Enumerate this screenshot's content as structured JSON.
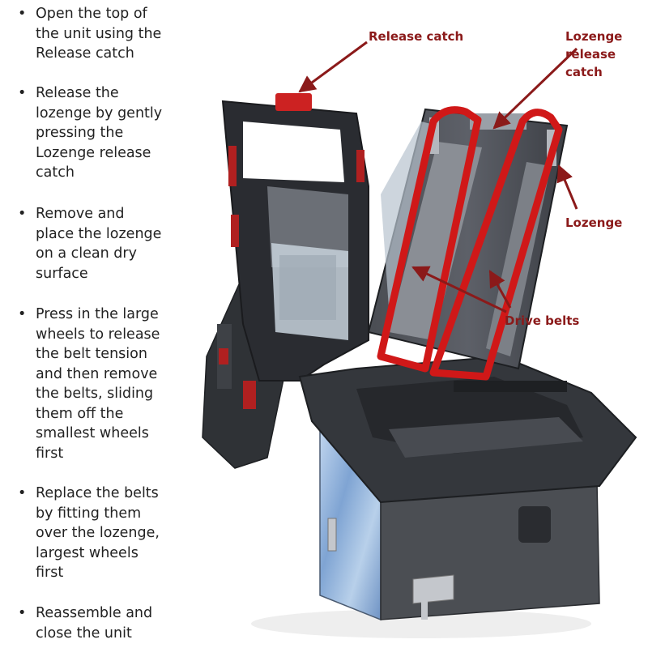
{
  "instructions": {
    "bullet": "•",
    "steps": [
      "Open the top of\nthe unit using the\nRelease catch",
      "Release the\nlozenge by gently\npressing the\nLozenge release\ncatch",
      "Remove and\nplace the lozenge\non a clean dry\nsurface",
      "Press in the large\nwheels to release\nthe belt tension\nand then remove\nthe belts, sliding\nthem off the\nsmallest wheels\nfirst",
      "Replace the belts\nby fitting them\nover the lozenge,\nlargest wheels\nfirst",
      "Reassemble and\nclose the unit"
    ]
  },
  "callouts": {
    "release_catch": "Release catch",
    "lozenge_release_catch": "Lozenge\nrelease\ncatch",
    "lozenge": "Lozenge",
    "drive_belts": "Drive belts"
  },
  "colors": {
    "callout_text": "#8b1a1a",
    "arrow": "#8b1a1a",
    "belt": "#d01818",
    "plastic": "#3a3d42",
    "cash_box": "#9ab8d8"
  }
}
